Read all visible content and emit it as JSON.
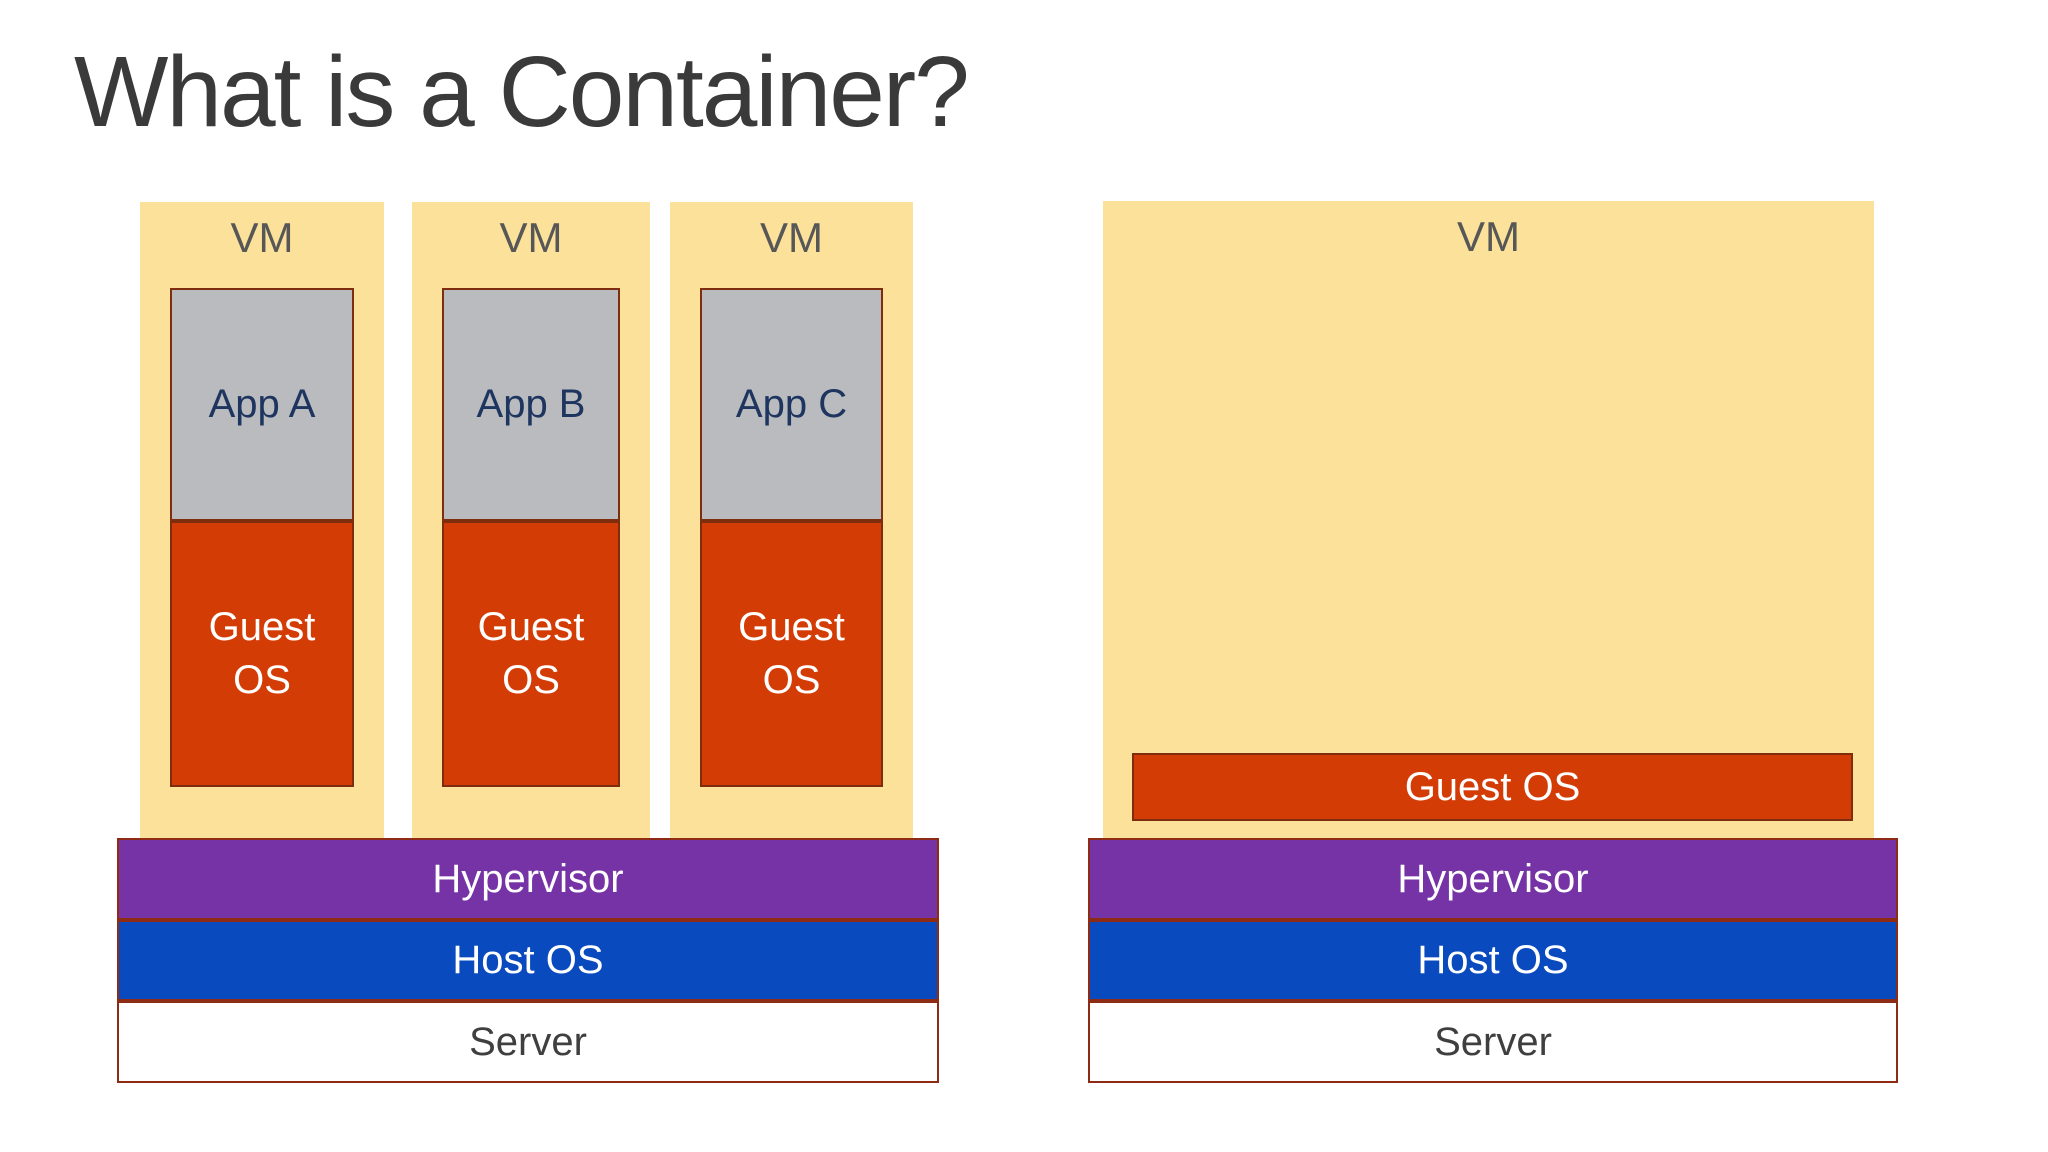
{
  "slide": {
    "title": "What is a Container?"
  },
  "left_diagram": {
    "vms": [
      {
        "vm_label": "VM",
        "app_label": "App A",
        "guest_os_line1": "Guest",
        "guest_os_line2": "OS"
      },
      {
        "vm_label": "VM",
        "app_label": "App B",
        "guest_os_line1": "Guest",
        "guest_os_line2": "OS"
      },
      {
        "vm_label": "VM",
        "app_label": "App C",
        "guest_os_line1": "Guest",
        "guest_os_line2": "OS"
      }
    ],
    "hypervisor_label": "Hypervisor",
    "host_os_label": "Host OS",
    "server_label": "Server"
  },
  "right_diagram": {
    "vm_label": "VM",
    "guest_os_label": "Guest OS",
    "hypervisor_label": "Hypervisor",
    "host_os_label": "Host OS",
    "server_label": "Server"
  },
  "colors": {
    "vm_fill": "#FCE19B",
    "guest_os_fill": "#D43C06",
    "app_fill": "#B9BBBE",
    "hypervisor_fill": "#7633A6",
    "host_os_fill": "#0A4ABF",
    "server_fill": "#FFFFFF",
    "box_border": "#7E2D0F",
    "bar_border": "#8E2B15",
    "title_text": "#3A3A3A",
    "vm_text": "#575757",
    "app_text": "#1E3560",
    "server_text": "#3F3F3F"
  }
}
